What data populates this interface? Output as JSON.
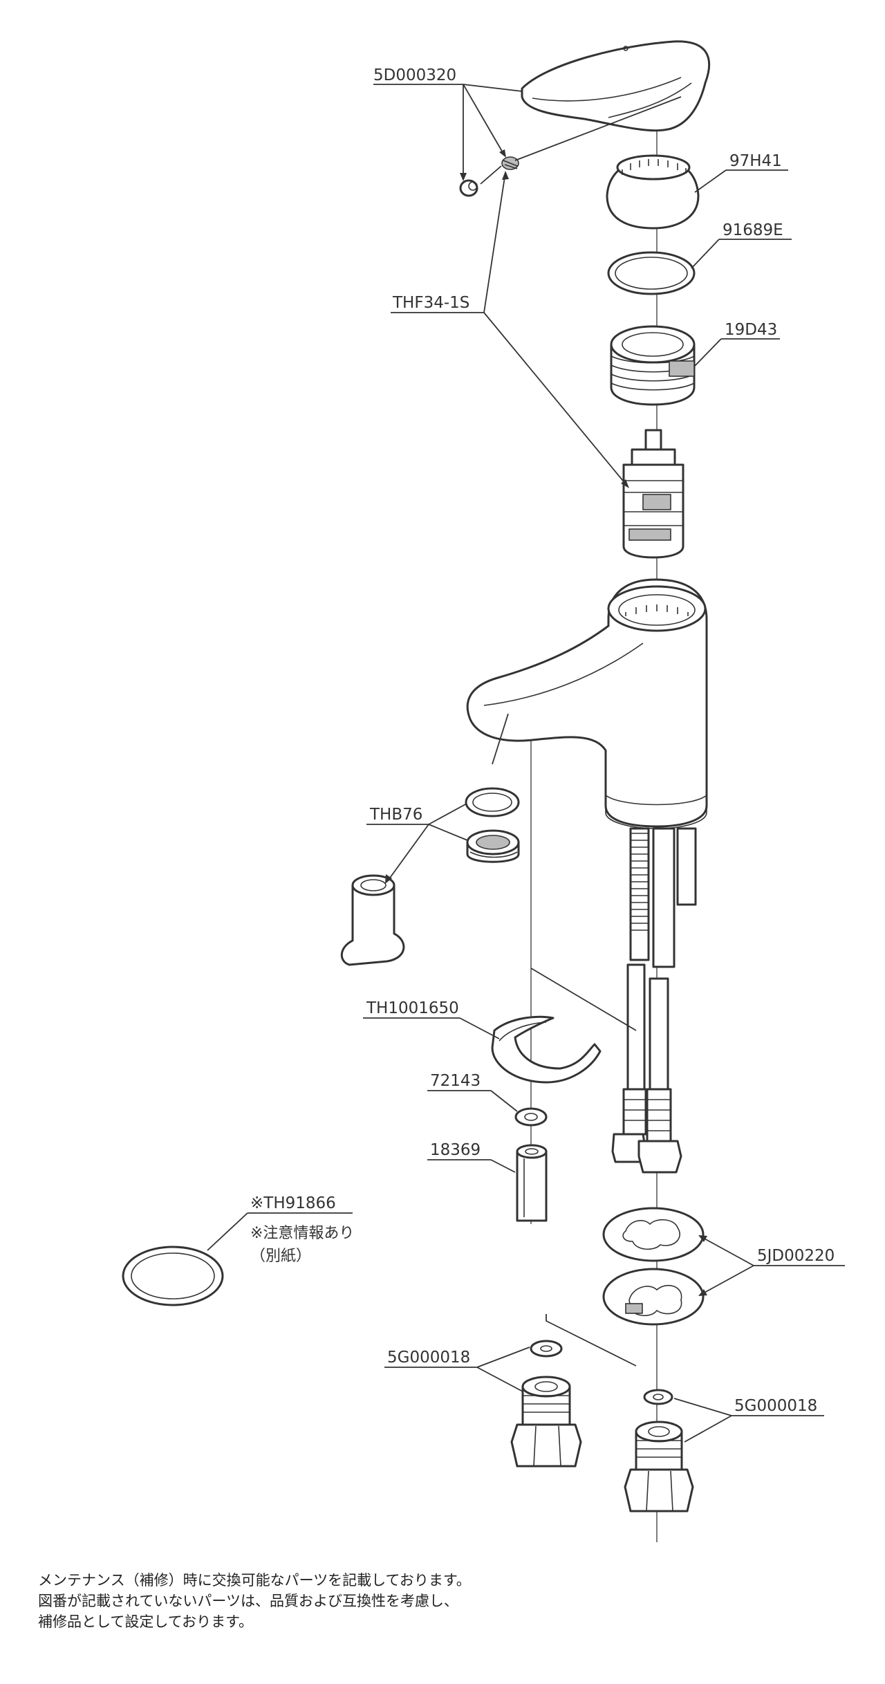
{
  "labels": {
    "lever_handle": "5D000320",
    "cap_nut": "97H41",
    "o_ring": "91689E",
    "cartridge_nut": "19D43",
    "cartridge": "THF34-1S",
    "aerator": "THB76",
    "fixing_bracket": "TH1001650",
    "washer": "72143",
    "spacer": "18369",
    "gasket": "※TH91866",
    "gasket_note_1": "※注意情報あり",
    "gasket_note_2": "（別紙）",
    "plate": "5JD00220",
    "adapter_left": "5G000018",
    "adapter_right": "5G000018"
  },
  "footer": {
    "line1": "メンテナンス（補修）時に交換可能なパーツを記載しております。",
    "line2": "図番が記載されていないパーツは、品質および互換性を考慮し、",
    "line3": "補修品として設定しております。"
  }
}
